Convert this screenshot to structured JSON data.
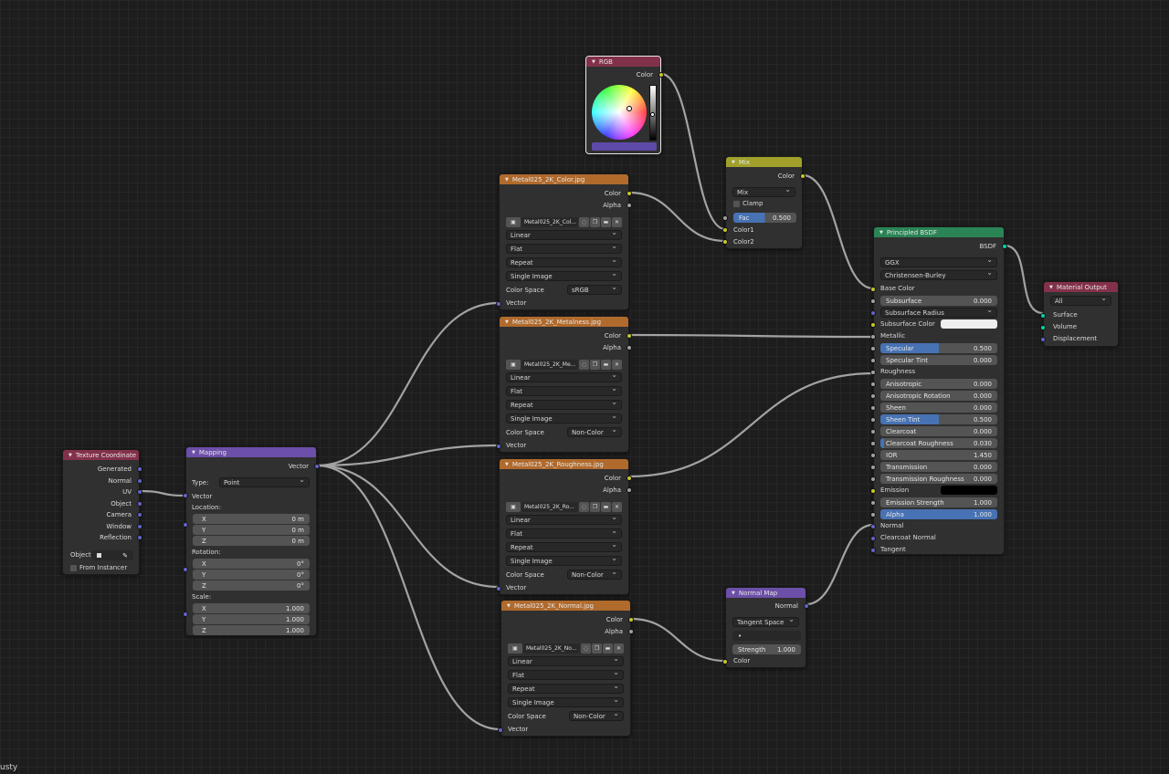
{
  "colors": {
    "input_header": "#83314a",
    "vector_header": "#6c4fa8",
    "texture_header": "#b06a2c",
    "color_header": "#a0a02b",
    "shader_header": "#2a8455",
    "output_header": "#83314a",
    "slider_blue": "#4772b3",
    "wire": "#a3a3a3"
  },
  "nodes": {
    "texcoord": {
      "title": "Texture Coordinate",
      "outputs": [
        "Generated",
        "Normal",
        "UV",
        "Object",
        "Camera",
        "Window",
        "Reflection"
      ],
      "object_label": "Object:",
      "from_instancer": "From Instancer"
    },
    "mapping": {
      "title": "Mapping",
      "output": "Vector",
      "type_label": "Type:",
      "type_value": "Point",
      "vector_in": "Vector",
      "location_label": "Location:",
      "location": [
        {
          "axis": "X",
          "value": "0 m"
        },
        {
          "axis": "Y",
          "value": "0 m"
        },
        {
          "axis": "Z",
          "value": "0 m"
        }
      ],
      "rotation_label": "Rotation:",
      "rotation": [
        {
          "axis": "X",
          "value": "0°"
        },
        {
          "axis": "Y",
          "value": "0°"
        },
        {
          "axis": "Z",
          "value": "0°"
        }
      ],
      "scale_label": "Scale:",
      "scale": [
        {
          "axis": "X",
          "value": "1.000"
        },
        {
          "axis": "Y",
          "value": "1.000"
        },
        {
          "axis": "Z",
          "value": "1.000"
        }
      ]
    },
    "rgb": {
      "title": "RGB",
      "output": "Color",
      "swatch": "#5e4aa8"
    },
    "mix": {
      "title": "Mix",
      "output": "Color",
      "blend": "Mix",
      "clamp": "Clamp",
      "fac_label": "Fac",
      "fac_value": "0.500",
      "fac_fraction": 0.5,
      "color1": "Color1",
      "color2": "Color2"
    },
    "img_color": {
      "title": "Metal025_2K_Color.jpg",
      "out_color": "Color",
      "out_alpha": "Alpha",
      "image_name": "Metal025_2K_Col...",
      "interp": "Linear",
      "proj": "Flat",
      "ext": "Repeat",
      "source": "Single Image",
      "cs_label": "Color Space",
      "cs_value": "sRGB",
      "vector_in": "Vector"
    },
    "img_metal": {
      "title": "Metal025_2K_Metalness.jpg",
      "out_color": "Color",
      "out_alpha": "Alpha",
      "image_name": "Metal025_2K_Me...",
      "interp": "Linear",
      "proj": "Flat",
      "ext": "Repeat",
      "source": "Single Image",
      "cs_label": "Color Space",
      "cs_value": "Non-Color",
      "vector_in": "Vector"
    },
    "img_rough": {
      "title": "Metal025_2K_Roughness.jpg",
      "out_color": "Color",
      "out_alpha": "Alpha",
      "image_name": "Metal025_2K_Ro...",
      "interp": "Linear",
      "proj": "Flat",
      "ext": "Repeat",
      "source": "Single Image",
      "cs_label": "Color Space",
      "cs_value": "Non-Color",
      "vector_in": "Vector"
    },
    "img_normal": {
      "title": "Metal025_2K_Normal.jpg",
      "out_color": "Color",
      "out_alpha": "Alpha",
      "image_name": "Metal025_2K_No...",
      "interp": "Linear",
      "proj": "Flat",
      "ext": "Repeat",
      "source": "Single Image",
      "cs_label": "Color Space",
      "cs_value": "Non-Color",
      "vector_in": "Vector"
    },
    "normalmap": {
      "title": "Normal Map",
      "output": "Normal",
      "space": "Tangent Space",
      "uv": "•",
      "strength_label": "Strength",
      "strength_value": "1.000",
      "color_in": "Color"
    },
    "bsdf": {
      "title": "Principled BSDF",
      "output": "BSDF",
      "distribution": "GGX",
      "subsurface_method": "Christensen-Burley",
      "inputs": [
        {
          "label": "Base Color",
          "kind": "socket",
          "sock": "y"
        },
        {
          "label": "Subsurface",
          "value": "0.000",
          "kind": "field",
          "fill": 0,
          "sock": "g"
        },
        {
          "label": "Subsurface Radius",
          "kind": "dropdown",
          "sock": "b"
        },
        {
          "label": "Subsurface Color",
          "kind": "color",
          "swatch": "#eeeeee",
          "sock": "y"
        },
        {
          "label": "Metallic",
          "kind": "socket",
          "sock": "g"
        },
        {
          "label": "Specular",
          "value": "0.500",
          "kind": "field",
          "fill": 0.5,
          "sock": "g"
        },
        {
          "label": "Specular Tint",
          "value": "0.000",
          "kind": "field",
          "fill": 0,
          "sock": "g"
        },
        {
          "label": "Roughness",
          "kind": "socket",
          "sock": "g"
        },
        {
          "label": "Anisotropic",
          "value": "0.000",
          "kind": "field",
          "fill": 0,
          "sock": "g"
        },
        {
          "label": "Anisotropic Rotation",
          "value": "0.000",
          "kind": "field",
          "fill": 0,
          "sock": "g"
        },
        {
          "label": "Sheen",
          "value": "0.000",
          "kind": "field",
          "fill": 0,
          "sock": "g"
        },
        {
          "label": "Sheen Tint",
          "value": "0.500",
          "kind": "field",
          "fill": 0.5,
          "sock": "g"
        },
        {
          "label": "Clearcoat",
          "value": "0.000",
          "kind": "field",
          "fill": 0,
          "sock": "g"
        },
        {
          "label": "Clearcoat Roughness",
          "value": "0.030",
          "kind": "field",
          "fill": 0.03,
          "sock": "g"
        },
        {
          "label": "IOR",
          "value": "1.450",
          "kind": "field",
          "fill": 0,
          "sock": "g"
        },
        {
          "label": "Transmission",
          "value": "0.000",
          "kind": "field",
          "fill": 0,
          "sock": "g"
        },
        {
          "label": "Transmission Roughness",
          "value": "0.000",
          "kind": "field",
          "fill": 0,
          "sock": "g"
        },
        {
          "label": "Emission",
          "kind": "color",
          "swatch": "#000000",
          "sock": "y"
        },
        {
          "label": "Emission Strength",
          "value": "1.000",
          "kind": "field",
          "fill": 0,
          "sock": "g"
        },
        {
          "label": "Alpha",
          "value": "1.000",
          "kind": "field",
          "fill": 1,
          "sock": "g"
        },
        {
          "label": "Normal",
          "kind": "socket",
          "sock": "b"
        },
        {
          "label": "Clearcoat Normal",
          "kind": "socket",
          "sock": "b"
        },
        {
          "label": "Tangent",
          "kind": "socket",
          "sock": "b"
        }
      ]
    },
    "output": {
      "title": "Material Output",
      "target": "All",
      "inputs": [
        "Surface",
        "Volume",
        "Displacement"
      ]
    }
  },
  "footer": "usty"
}
